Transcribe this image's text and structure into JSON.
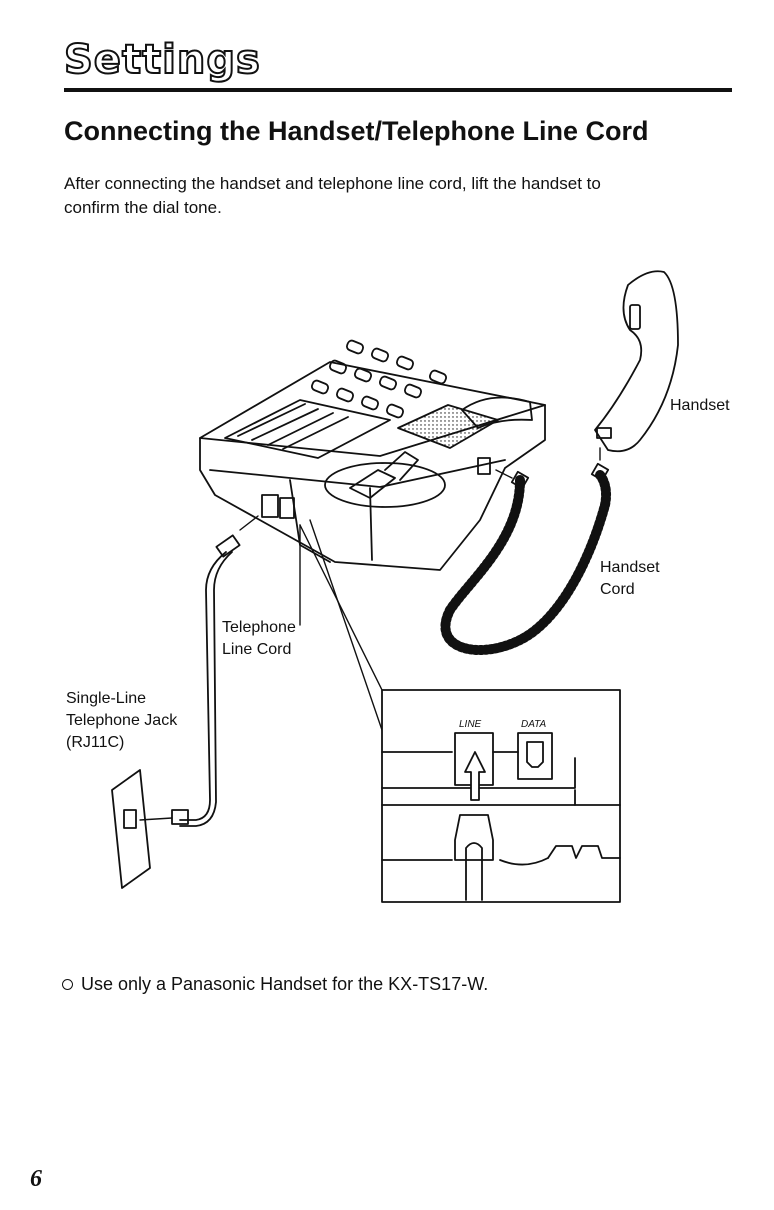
{
  "header": {
    "section_title": "Settings",
    "page_heading": "Connecting the Handset/Telephone Line Cord"
  },
  "intro": {
    "line1": "After connecting the handset and telephone line cord, lift the handset to",
    "line2": "confirm the dial tone."
  },
  "illustration": {
    "labels": {
      "handset": "Handset",
      "handset_cord_1": "Handset",
      "handset_cord_2": "Cord",
      "line_cord_1": "Telephone",
      "line_cord_2": "Line Cord",
      "jack_1": "Single-Line",
      "jack_2": "Telephone Jack",
      "jack_3": "(RJ11C)"
    },
    "inset": {
      "port_line": "LINE",
      "port_data": "DATA"
    }
  },
  "note": {
    "text": "Use only a Panasonic Handset for the KX-TS17-W."
  },
  "footer": {
    "page_number": "6"
  }
}
